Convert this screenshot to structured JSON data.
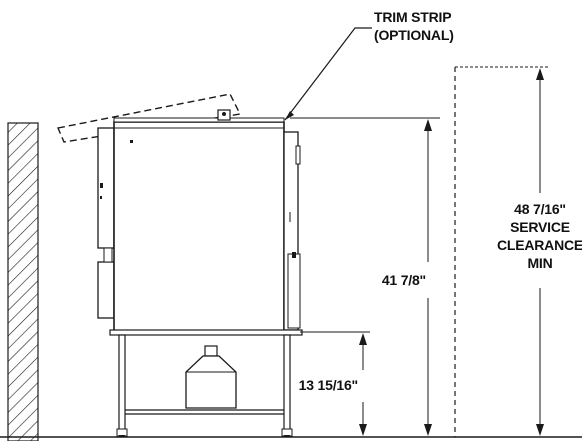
{
  "labels": {
    "trim_strip_line1": "TRIM STRIP",
    "trim_strip_line2": "(OPTIONAL)",
    "service_line1": "48 7/16\"",
    "service_line2": "SERVICE",
    "service_line3": "CLEARANCE",
    "service_line4": "MIN",
    "overall_height": "41 7/8\"",
    "stand_height": "13 15/16\""
  },
  "colors": {
    "line": "#1a1a1a",
    "background": "#ffffff"
  }
}
